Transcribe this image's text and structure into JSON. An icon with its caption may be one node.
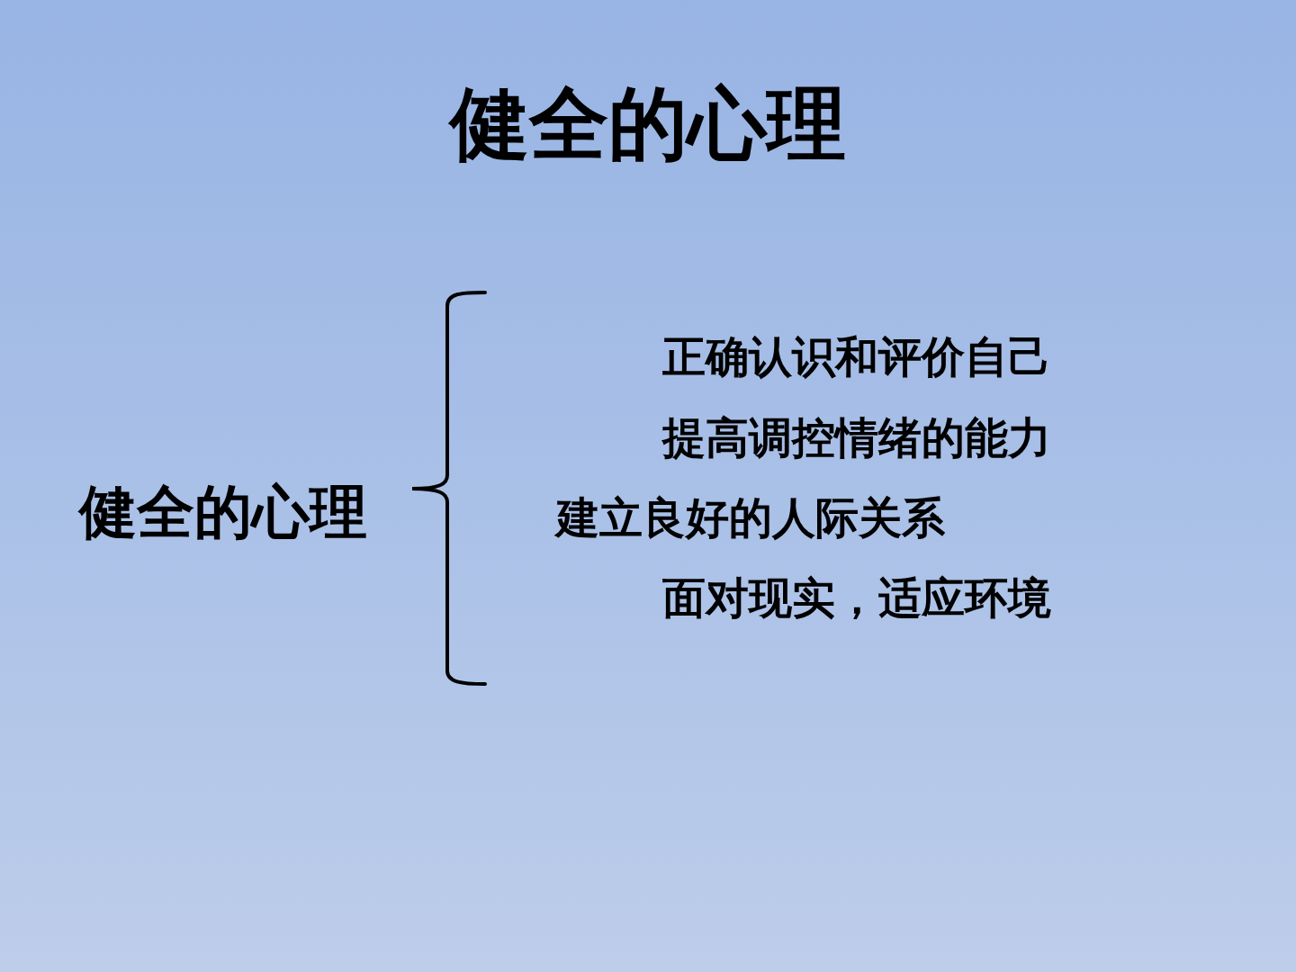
{
  "diagram": {
    "title": "健全的心理",
    "labels": [
      "健全的心理",
      "正确认识和评价自己",
      "提高调控情绪的能力",
      "建立良好的人际关系",
      "面对现实，适应环境"
    ]
  }
}
